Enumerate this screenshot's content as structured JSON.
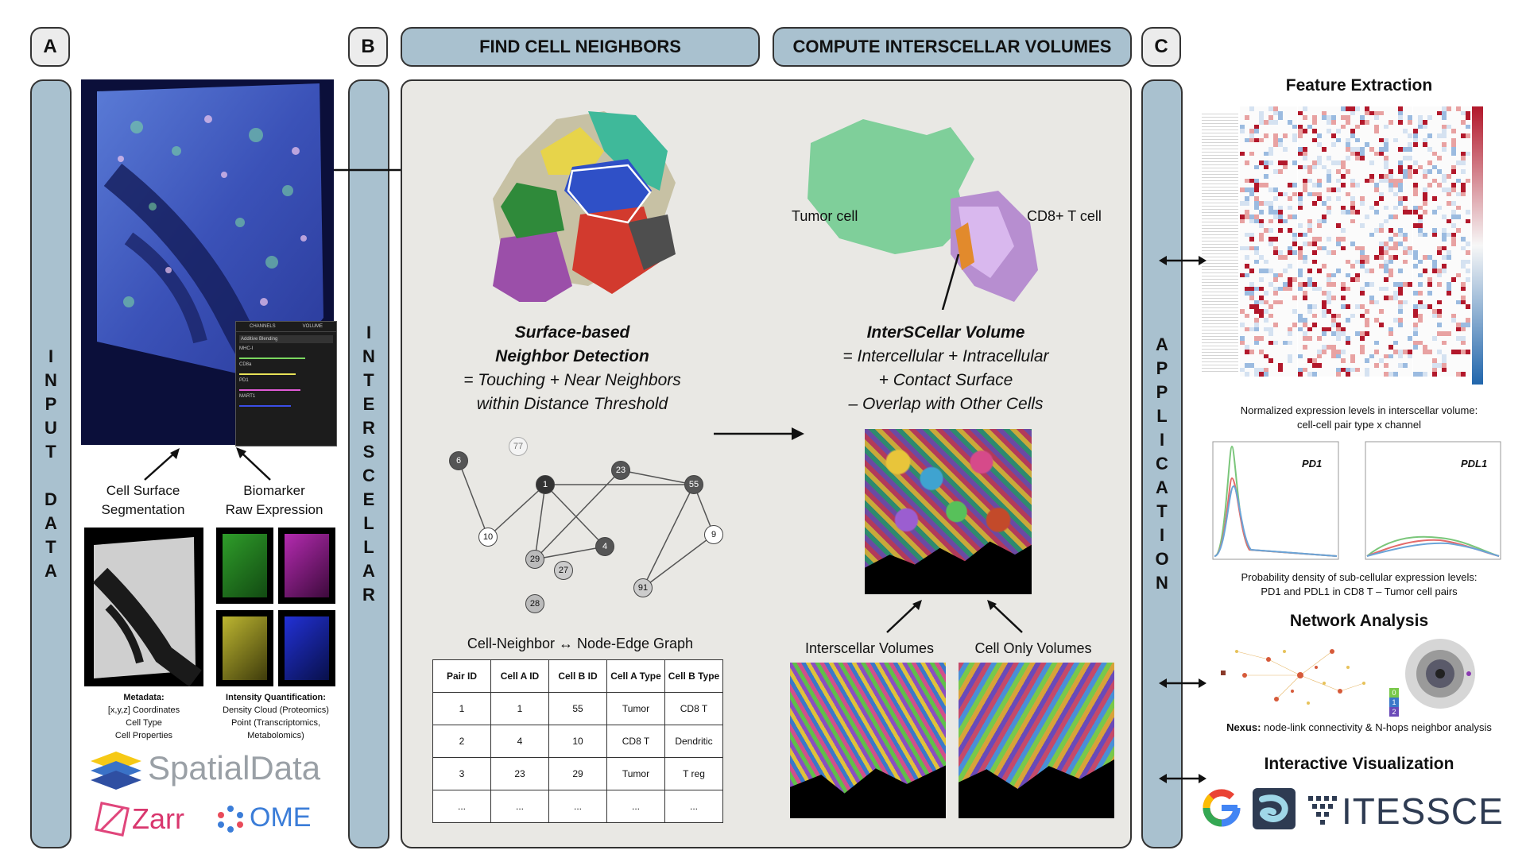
{
  "panels": {
    "a": "A",
    "b": "B",
    "c": "C"
  },
  "vertical": {
    "input": [
      "I",
      "N",
      "P",
      "U",
      "T",
      "",
      "D",
      "A",
      "T",
      "A"
    ],
    "interscellar": [
      "I",
      "N",
      "T",
      "E",
      "R",
      "S",
      "C",
      "E",
      "L",
      "L",
      "A",
      "R"
    ],
    "application": [
      "A",
      "P",
      "P",
      "L",
      "I",
      "C",
      "A",
      "T",
      "I",
      "O",
      "N"
    ]
  },
  "headers": {
    "find": "FIND CELL NEIGHBORS",
    "compute": "COMPUTE INTERSCELLAR VOLUMES"
  },
  "input": {
    "seg_label": "Cell Surface\nSegmentation",
    "bio_label": "Biomarker\nRaw Expression",
    "metadata_title": "Metadata:",
    "metadata_lines": [
      "[x,y,z] Coordinates",
      "Cell Type",
      "Cell Properties"
    ],
    "intensity_title": "Intensity Quantification:",
    "intensity_lines": [
      "Density Cloud (Proteomics)",
      "Point (Transcriptomics,",
      "Metabolomics)"
    ],
    "logos": {
      "spatialdata": "SpatialData",
      "zarr": "Zarr",
      "ome": "OME"
    },
    "channel_panel": {
      "tab1": "CHANNELS",
      "tab2": "VOLUME",
      "blending": "Additive Blending",
      "channels": [
        "MHC-I",
        "CD8a",
        "PD1",
        "MART1"
      ]
    }
  },
  "neighbor": {
    "title1": "Surface-based",
    "title2": "Neighbor Detection",
    "line1": "= Touching + Near Neighbors",
    "line2": "within Distance Threshold",
    "graph_nodes": [
      "77",
      "6",
      "1",
      "23",
      "55",
      "10",
      "4",
      "9",
      "29",
      "27",
      "91",
      "28"
    ],
    "table_title": "Cell-Neighbor ↔ Node-Edge Graph",
    "table_headers": [
      "Pair ID",
      "Cell A ID",
      "Cell B ID",
      "Cell A Type",
      "Cell B Type"
    ],
    "table_rows": [
      [
        "1",
        "1",
        "55",
        "Tumor",
        "CD8 T"
      ],
      [
        "2",
        "4",
        "10",
        "CD8 T",
        "Dendritic"
      ],
      [
        "3",
        "23",
        "29",
        "Tumor",
        "T reg"
      ],
      [
        "...",
        "...",
        "...",
        "...",
        "..."
      ]
    ]
  },
  "volume": {
    "tumor_label": "Tumor cell",
    "cd8_label": "CD8+ T cell",
    "title": "InterSCellar Volume",
    "line1": "= Intercellular + Intracellular",
    "line2": "+ Contact Surface",
    "line3": "– Overlap with Other Cells",
    "inter_label": "Interscellar Volumes",
    "cell_label": "Cell Only Volumes"
  },
  "application": {
    "feature_title": "Feature Extraction",
    "heatmap_caption": "Normalized expression levels in interscellar volume:\ncell-cell pair type x channel",
    "pd1_label": "PD1",
    "pdl1_label": "PDL1",
    "density_caption": "Probability density of sub-cellular expression levels:\nPD1 and PDL1 in CD8 T – Tumor cell pairs",
    "network_title": "Network Analysis",
    "nexus_bold": "Nexus:",
    "nexus_text": " node-link connectivity & N-hops neighbor analysis",
    "viz_title": "Interactive Visualization",
    "itessce": "ITESSCE",
    "hop_numbers": [
      "0",
      "1",
      "2"
    ]
  },
  "colors": {
    "bar": "#a9c1cf",
    "panel": "#e9e8e4",
    "heat_red": "#b2182b",
    "heat_blue": "#2166ac"
  }
}
